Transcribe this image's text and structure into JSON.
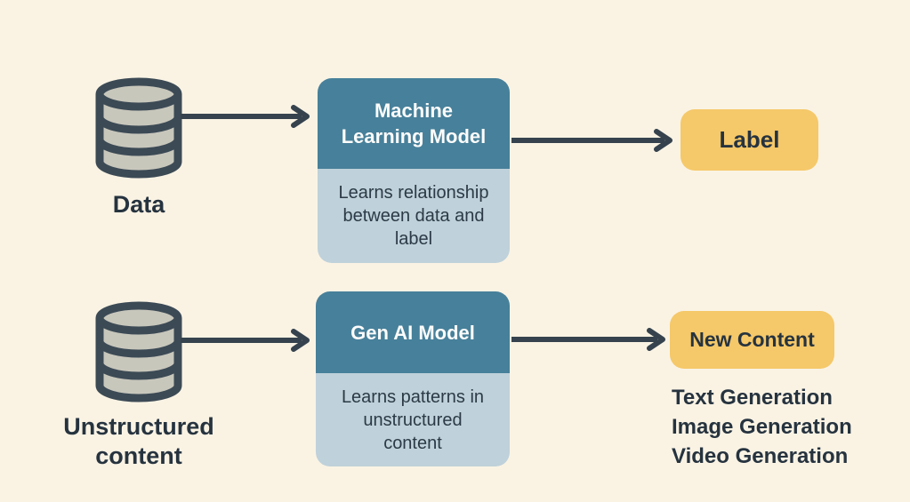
{
  "title": "Machine Learning vs Gen AI diagram",
  "colors": {
    "background": "#faf3e4",
    "card_header": "#47809a",
    "card_body": "#bfd1da",
    "chip_yellow": "#f5c869",
    "text_dark": "#26333f",
    "arrow": "#36434e",
    "database_fill": "#c8c7bc",
    "database_stroke": "#3c4a55"
  },
  "icons": {
    "source_icon": "database-cylinder-icon",
    "arrow_icon": "right-arrow"
  },
  "rows": [
    {
      "source": {
        "label": "Data"
      },
      "model": {
        "title": "Machine Learning Model",
        "description": "Learns relationship between data and label"
      },
      "output": {
        "label": "Label"
      }
    },
    {
      "source": {
        "label": "Unstructured content"
      },
      "model": {
        "title": "Gen AI Model",
        "description": "Learns patterns in unstructured content"
      },
      "output": {
        "label": "New Content",
        "items": [
          "Text Generation",
          "Image Generation",
          "Video Generation"
        ]
      }
    }
  ]
}
